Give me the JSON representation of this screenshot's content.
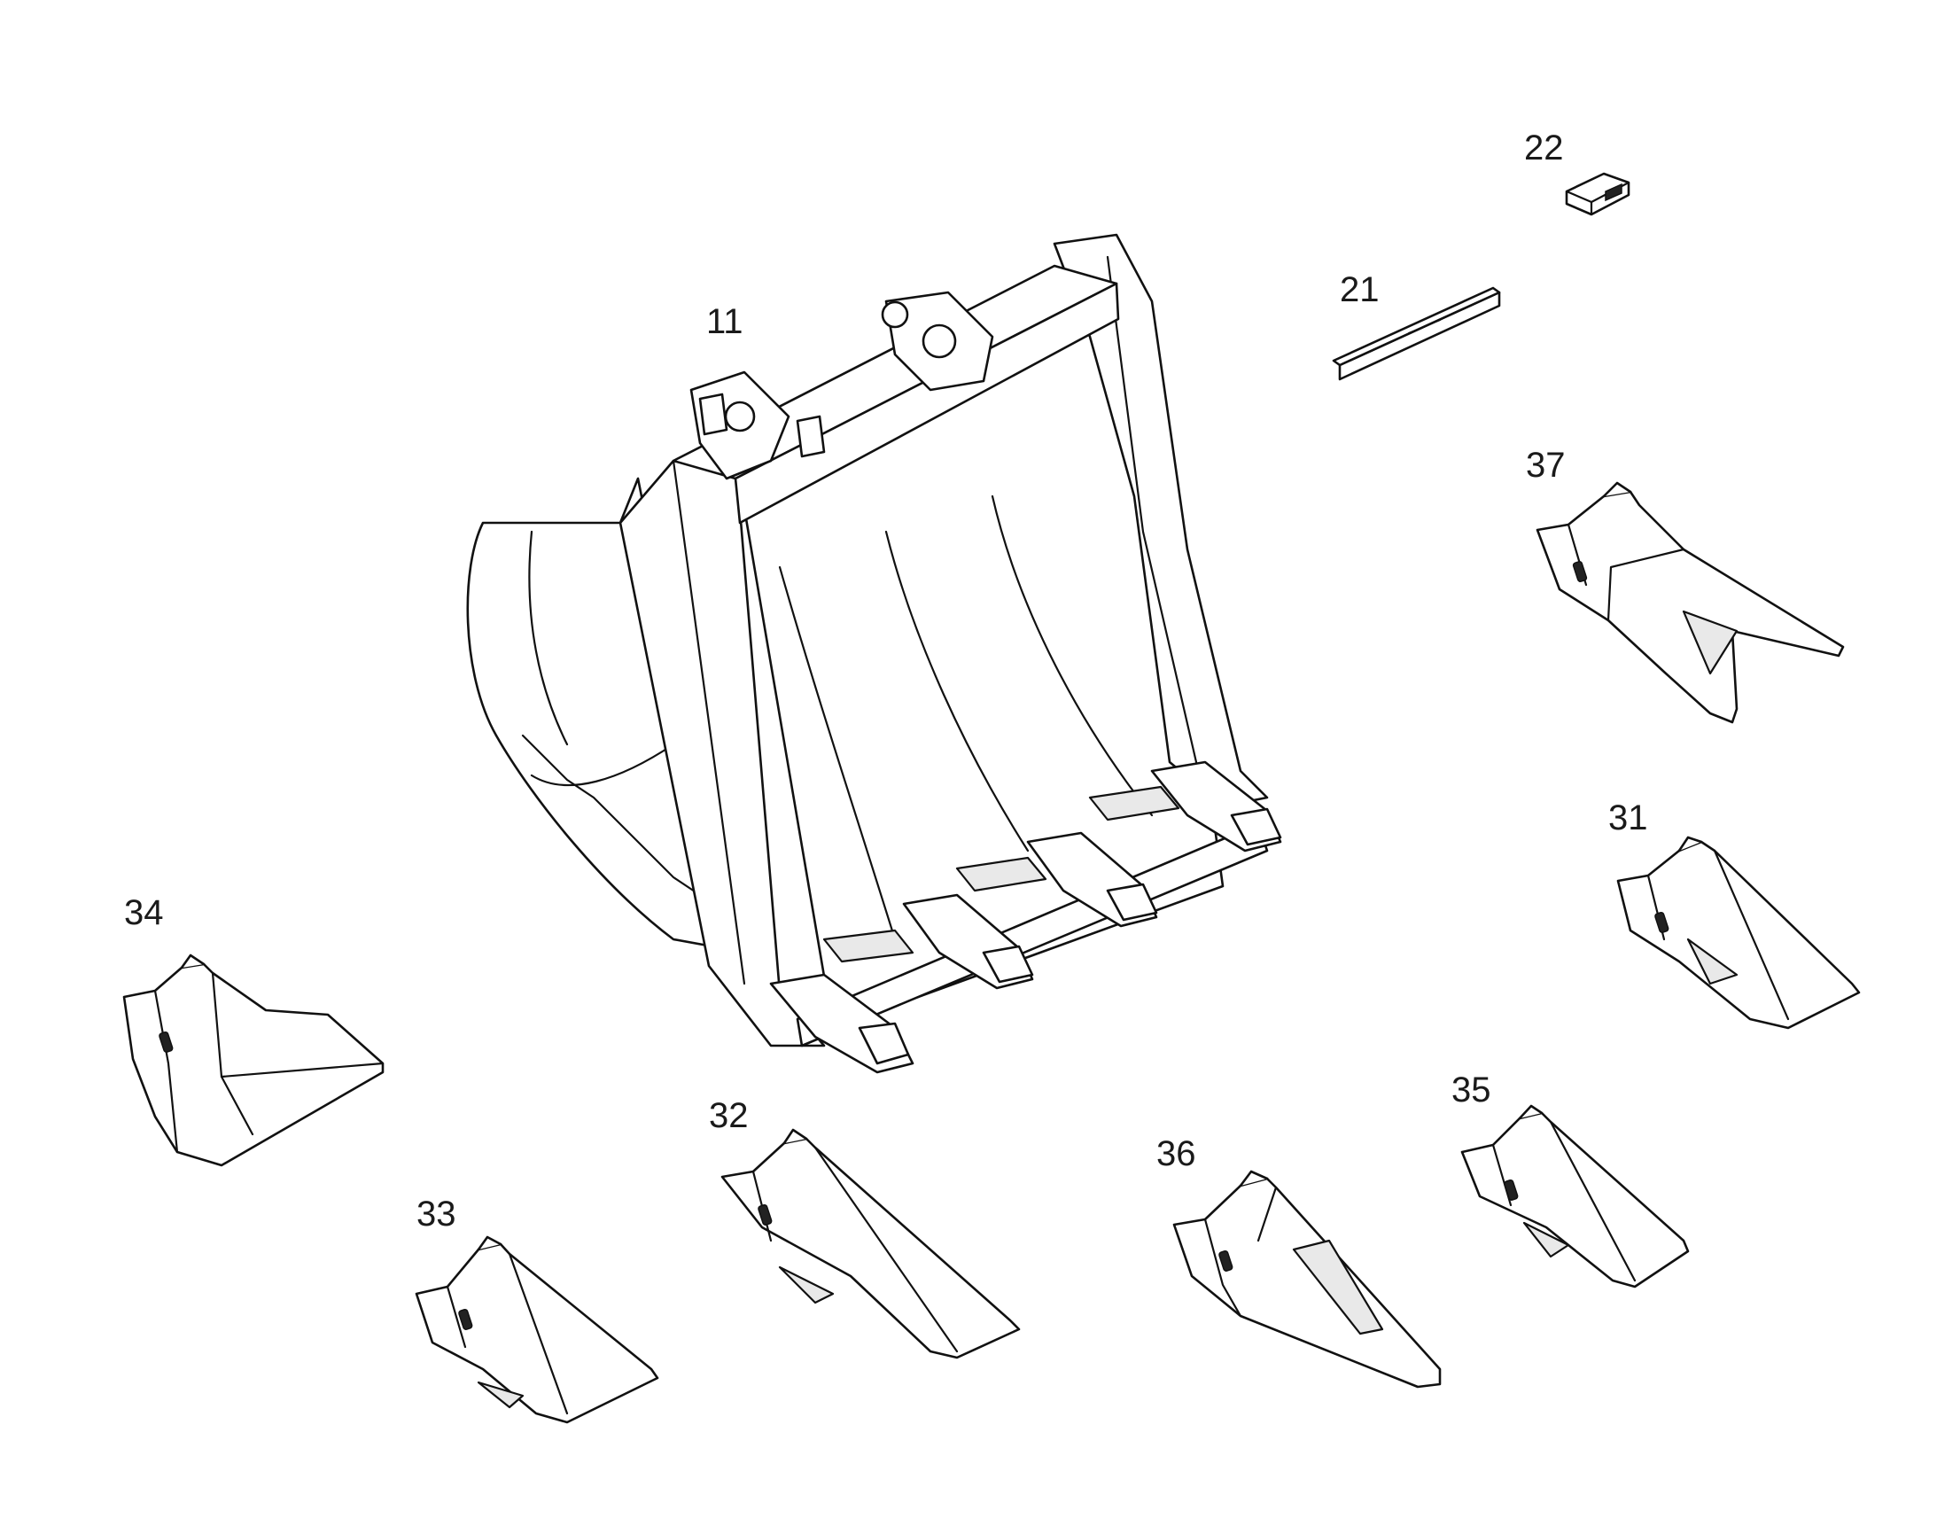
{
  "diagram": {
    "callouts": {
      "c11": "11",
      "c21": "21",
      "c22": "22",
      "c31": "31",
      "c32": "32",
      "c33": "33",
      "c34": "34",
      "c35": "35",
      "c36": "36",
      "c37": "37"
    },
    "line_color": "#111111",
    "background": "#ffffff"
  }
}
